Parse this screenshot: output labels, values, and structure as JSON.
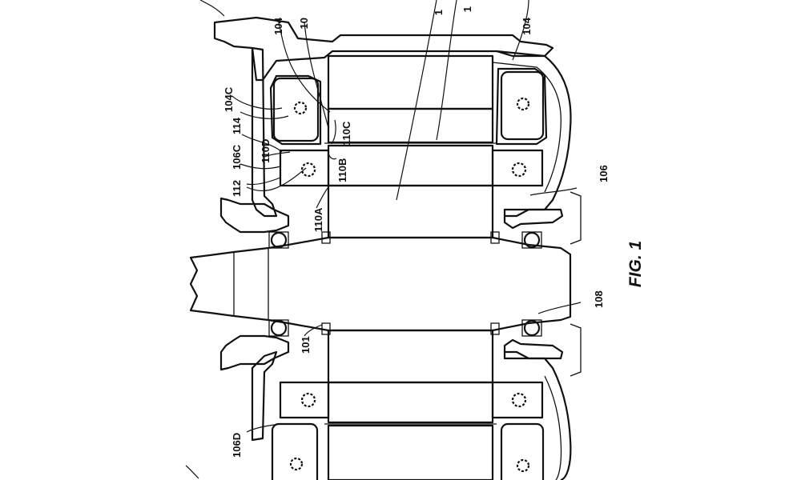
{
  "figure": {
    "caption": "FIG. 1",
    "labels": {
      "l104a": "104",
      "l104b": "10",
      "l104c": "104C",
      "l114": "114",
      "l110c": "110C",
      "l106c": "106C",
      "l110d": "110D",
      "l110b": "110B",
      "l112": "112",
      "l110a": "110A",
      "l101": "101",
      "l106d": "106D",
      "l104r": "104",
      "l106": "106",
      "l108": "108",
      "l1top": "1",
      "l1top2": "1"
    }
  }
}
